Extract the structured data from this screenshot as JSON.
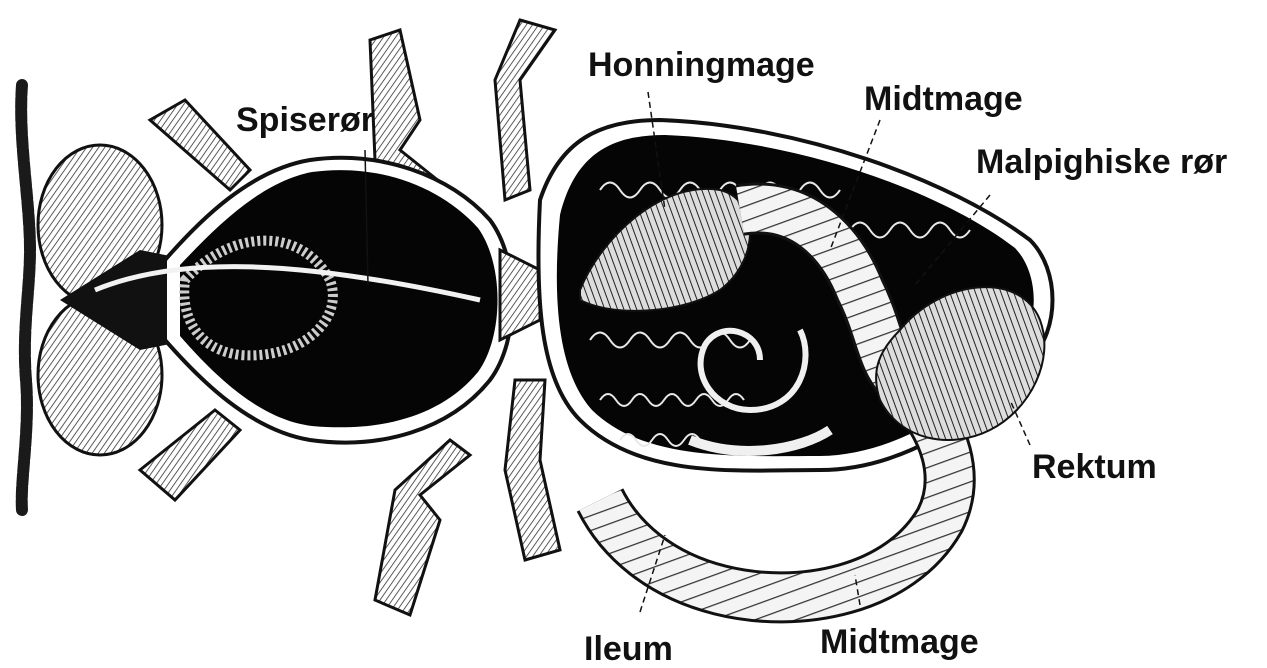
{
  "labels": {
    "spiseror": "Spiserør",
    "honningmage": "Honningmage",
    "midtmage_top": "Midtmage",
    "malpighiske": "Malpighiske rør",
    "rektum": "Rektum",
    "ileum": "Ileum",
    "midtmage_bottom": "Midtmage"
  }
}
